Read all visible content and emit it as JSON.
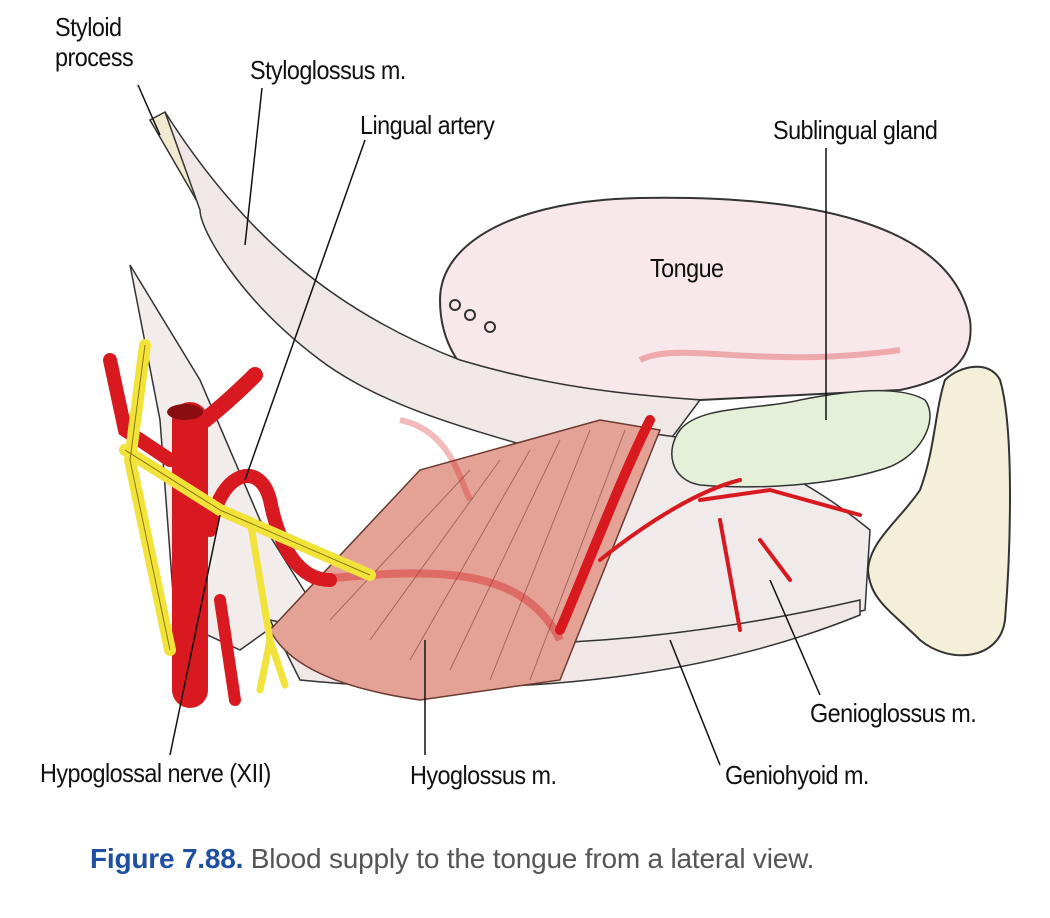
{
  "labels": {
    "styloid_process_line1": "Styloid",
    "styloid_process_line2": "process",
    "styloglossus": "Styloglossus m.",
    "lingual_artery": "Lingual artery",
    "sublingual_gland": "Sublingual gland",
    "tongue": "Tongue",
    "hypoglossal_nerve": "Hypoglossal nerve (XII)",
    "hyoglossus": "Hyoglossus m.",
    "geniohyoid": "Geniohyoid m.",
    "genioglossus": "Genioglossus m."
  },
  "caption": {
    "figure_number": "Figure 7.88.",
    "text": " Blood supply to the tongue from a lateral view."
  },
  "colors": {
    "artery": "#d8191f",
    "nerve": "#f2e33a",
    "tongue": "#f7e6ea",
    "hyoglossus": "#e3a295",
    "gland": "#e4f0d8",
    "bone": "#f3efd8",
    "caption_accent": "#1f4fa0"
  }
}
